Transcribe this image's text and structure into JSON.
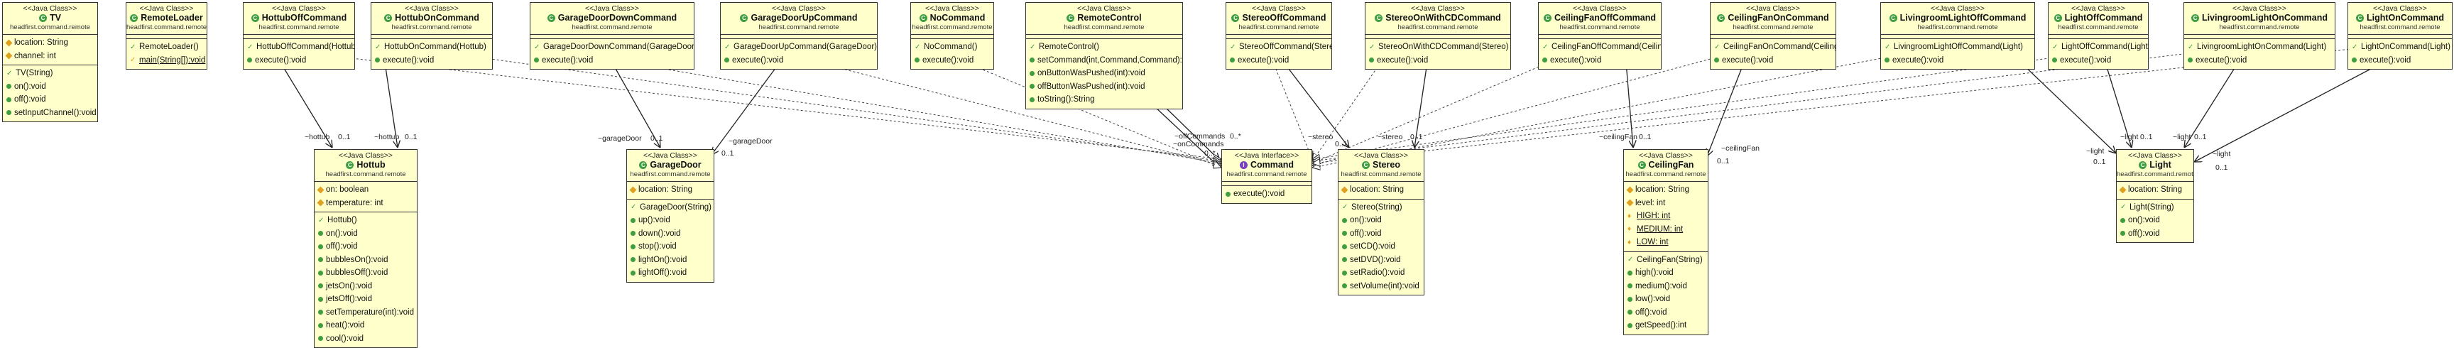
{
  "stereotype": "<<Java Class>>",
  "stereotype_interface": "<<Java Interface>>",
  "package": "headfirst.command.remote",
  "classes": [
    {
      "id": "tv",
      "name": "TV",
      "kind": "class",
      "fields": [
        {
          "icon": "field",
          "text": "location: String"
        },
        {
          "icon": "field",
          "text": "channel: int"
        }
      ],
      "methods": [
        {
          "icon": "ctor",
          "text": "TV(String)"
        },
        {
          "icon": "method",
          "text": "on():void"
        },
        {
          "icon": "method",
          "text": "off():void"
        },
        {
          "icon": "method",
          "text": "setInputChannel():void"
        }
      ]
    },
    {
      "id": "remoteloader",
      "name": "RemoteLoader",
      "kind": "class",
      "fields": [],
      "methods": [
        {
          "icon": "ctor",
          "text": "RemoteLoader()"
        },
        {
          "icon": "static",
          "text": "main(String[]):void",
          "ul": true
        }
      ]
    },
    {
      "id": "hottuboff",
      "name": "HottubOffCommand",
      "kind": "class",
      "fields": [],
      "methods": [
        {
          "icon": "ctor",
          "text": "HottubOffCommand(Hottub)"
        },
        {
          "icon": "method",
          "text": "execute():void"
        }
      ]
    },
    {
      "id": "hottubon",
      "name": "HottubOnCommand",
      "kind": "class",
      "fields": [],
      "methods": [
        {
          "icon": "ctor",
          "text": "HottubOnCommand(Hottub)"
        },
        {
          "icon": "method",
          "text": "execute():void"
        }
      ]
    },
    {
      "id": "gdoordown",
      "name": "GarageDoorDownCommand",
      "kind": "class",
      "fields": [],
      "methods": [
        {
          "icon": "ctor",
          "text": "GarageDoorDownCommand(GarageDoor)"
        },
        {
          "icon": "method",
          "text": "execute():void"
        }
      ]
    },
    {
      "id": "gdoorup",
      "name": "GarageDoorUpCommand",
      "kind": "class",
      "fields": [],
      "methods": [
        {
          "icon": "ctor",
          "text": "GarageDoorUpCommand(GarageDoor)"
        },
        {
          "icon": "method",
          "text": "execute():void"
        }
      ]
    },
    {
      "id": "nocommand",
      "name": "NoCommand",
      "kind": "class",
      "fields": [],
      "methods": [
        {
          "icon": "ctor",
          "text": "NoCommand()"
        },
        {
          "icon": "method",
          "text": "execute():void"
        }
      ]
    },
    {
      "id": "remotecontrol",
      "name": "RemoteControl",
      "kind": "class",
      "fields": [],
      "methods": [
        {
          "icon": "ctor",
          "text": "RemoteControl()"
        },
        {
          "icon": "method",
          "text": "setCommand(int,Command,Command):void"
        },
        {
          "icon": "method",
          "text": "onButtonWasPushed(int):void"
        },
        {
          "icon": "method",
          "text": "offButtonWasPushed(int):void"
        },
        {
          "icon": "method",
          "text": "toString():String"
        }
      ]
    },
    {
      "id": "stereooff",
      "name": "StereoOffCommand",
      "kind": "class",
      "fields": [],
      "methods": [
        {
          "icon": "ctor",
          "text": "StereoOffCommand(Stereo)"
        },
        {
          "icon": "method",
          "text": "execute():void"
        }
      ]
    },
    {
      "id": "stereoonwithcd",
      "name": "StereoOnWithCDCommand",
      "kind": "class",
      "fields": [],
      "methods": [
        {
          "icon": "ctor",
          "text": "StereoOnWithCDCommand(Stereo)"
        },
        {
          "icon": "method",
          "text": "execute():void"
        }
      ]
    },
    {
      "id": "ceilingfanoff",
      "name": "CeilingFanOffCommand",
      "kind": "class",
      "fields": [],
      "methods": [
        {
          "icon": "ctor",
          "text": "CeilingFanOffCommand(CeilingFan)"
        },
        {
          "icon": "method",
          "text": "execute():void"
        }
      ]
    },
    {
      "id": "ceilingfanon",
      "name": "CeilingFanOnCommand",
      "kind": "class",
      "fields": [],
      "methods": [
        {
          "icon": "ctor",
          "text": "CeilingFanOnCommand(CeilingFan)"
        },
        {
          "icon": "method",
          "text": "execute():void"
        }
      ]
    },
    {
      "id": "lroomlightoff",
      "name": "LivingroomLightOffCommand",
      "kind": "class",
      "fields": [],
      "methods": [
        {
          "icon": "ctor",
          "text": "LivingroomLightOffCommand(Light)"
        },
        {
          "icon": "method",
          "text": "execute():void"
        }
      ]
    },
    {
      "id": "lightoff",
      "name": "LightOffCommand",
      "kind": "class",
      "fields": [],
      "methods": [
        {
          "icon": "ctor",
          "text": "LightOffCommand(Light)"
        },
        {
          "icon": "method",
          "text": "execute():void"
        }
      ]
    },
    {
      "id": "lroomlighton",
      "name": "LivingroomLightOnCommand",
      "kind": "class",
      "fields": [],
      "methods": [
        {
          "icon": "ctor",
          "text": "LivingroomLightOnCommand(Light)"
        },
        {
          "icon": "method",
          "text": "execute():void"
        }
      ]
    },
    {
      "id": "lighton",
      "name": "LightOnCommand",
      "kind": "class",
      "fields": [],
      "methods": [
        {
          "icon": "ctor",
          "text": "LightOnCommand(Light)"
        },
        {
          "icon": "method",
          "text": "execute():void"
        }
      ]
    },
    {
      "id": "hottub",
      "name": "Hottub",
      "kind": "class",
      "fields": [
        {
          "icon": "field",
          "text": "on: boolean"
        },
        {
          "icon": "field",
          "text": "temperature: int"
        }
      ],
      "methods": [
        {
          "icon": "ctor",
          "text": "Hottub()"
        },
        {
          "icon": "method",
          "text": "on():void"
        },
        {
          "icon": "method",
          "text": "off():void"
        },
        {
          "icon": "method",
          "text": "bubblesOn():void"
        },
        {
          "icon": "method",
          "text": "bubblesOff():void"
        },
        {
          "icon": "method",
          "text": "jetsOn():void"
        },
        {
          "icon": "method",
          "text": "jetsOff():void"
        },
        {
          "icon": "method",
          "text": "setTemperature(int):void"
        },
        {
          "icon": "method",
          "text": "heat():void"
        },
        {
          "icon": "method",
          "text": "cool():void"
        }
      ]
    },
    {
      "id": "garagedoor",
      "name": "GarageDoor",
      "kind": "class",
      "fields": [
        {
          "icon": "field",
          "text": "location: String"
        }
      ],
      "methods": [
        {
          "icon": "ctor",
          "text": "GarageDoor(String)"
        },
        {
          "icon": "method",
          "text": "up():void"
        },
        {
          "icon": "method",
          "text": "down():void"
        },
        {
          "icon": "method",
          "text": "stop():void"
        },
        {
          "icon": "method",
          "text": "lightOn():void"
        },
        {
          "icon": "method",
          "text": "lightOff():void"
        }
      ]
    },
    {
      "id": "command",
      "name": "Command",
      "kind": "interface",
      "fields": [],
      "methods": [
        {
          "icon": "method",
          "text": "execute():void"
        }
      ]
    },
    {
      "id": "stereo",
      "name": "Stereo",
      "kind": "class",
      "fields": [
        {
          "icon": "field",
          "text": "location: String"
        }
      ],
      "methods": [
        {
          "icon": "ctor",
          "text": "Stereo(String)"
        },
        {
          "icon": "method",
          "text": "on():void"
        },
        {
          "icon": "method",
          "text": "off():void"
        },
        {
          "icon": "method",
          "text": "setCD():void"
        },
        {
          "icon": "method",
          "text": "setDVD():void"
        },
        {
          "icon": "method",
          "text": "setRadio():void"
        },
        {
          "icon": "method",
          "text": "setVolume(int):void"
        }
      ]
    },
    {
      "id": "ceilingfan",
      "name": "CeilingFan",
      "kind": "class",
      "fields": [
        {
          "icon": "field",
          "text": "location: String"
        },
        {
          "icon": "field",
          "text": "level: int"
        },
        {
          "icon": "sfinal",
          "text": "HIGH: int",
          "ul": true
        },
        {
          "icon": "sfinal",
          "text": "MEDIUM: int",
          "ul": true
        },
        {
          "icon": "sfinal",
          "text": "LOW: int",
          "ul": true
        }
      ],
      "methods": [
        {
          "icon": "ctor",
          "text": "CeilingFan(String)"
        },
        {
          "icon": "method",
          "text": "high():void"
        },
        {
          "icon": "method",
          "text": "medium():void"
        },
        {
          "icon": "method",
          "text": "low():void"
        },
        {
          "icon": "method",
          "text": "off():void"
        },
        {
          "icon": "method",
          "text": "getSpeed():int"
        }
      ]
    },
    {
      "id": "light",
      "name": "Light",
      "kind": "class",
      "fields": [
        {
          "icon": "field",
          "text": "location: String"
        }
      ],
      "methods": [
        {
          "icon": "ctor",
          "text": "Light(String)"
        },
        {
          "icon": "method",
          "text": "on():void"
        },
        {
          "icon": "method",
          "text": "off():void"
        }
      ]
    }
  ],
  "labels": [
    {
      "id": "l-hottub1",
      "text": "~hottub"
    },
    {
      "id": "l-hottub1m",
      "text": "0..1"
    },
    {
      "id": "l-hottub2",
      "text": "~hottub"
    },
    {
      "id": "l-hottub2m",
      "text": "0..1"
    },
    {
      "id": "l-gd1",
      "text": "~garageDoor"
    },
    {
      "id": "l-gd1m",
      "text": "0..1"
    },
    {
      "id": "l-gd2",
      "text": "~garageDoor"
    },
    {
      "id": "l-gd2m",
      "text": "0..1"
    },
    {
      "id": "l-offcmds",
      "text": "~offCommands"
    },
    {
      "id": "l-oncmds",
      "text": "~onCommands"
    },
    {
      "id": "l-star1",
      "text": "0..*"
    },
    {
      "id": "l-star2",
      "text": "0..*"
    },
    {
      "id": "l-stereo1",
      "text": "~stereo"
    },
    {
      "id": "l-stereo1m",
      "text": "0..1"
    },
    {
      "id": "l-stereo2",
      "text": "~stereo"
    },
    {
      "id": "l-stereo2m",
      "text": "0..1"
    },
    {
      "id": "l-cf1",
      "text": "~ceilingFan"
    },
    {
      "id": "l-cf1m",
      "text": "0..1"
    },
    {
      "id": "l-cf2",
      "text": "~ceilingFan"
    },
    {
      "id": "l-cf2m",
      "text": "0..1"
    },
    {
      "id": "l-light1",
      "text": "~light"
    },
    {
      "id": "l-light1m",
      "text": "0..1"
    },
    {
      "id": "l-light2",
      "text": "~light"
    },
    {
      "id": "l-light2m",
      "text": "0..1"
    },
    {
      "id": "l-light3",
      "text": "~light"
    },
    {
      "id": "l-light3m",
      "text": "0..1"
    },
    {
      "id": "l-light4",
      "text": "~light"
    },
    {
      "id": "l-light4m",
      "text": "0..1"
    }
  ],
  "colors": {
    "box_fill": "#ffffcc",
    "border": "#333333",
    "class_icon": "#3f9e3f",
    "interface_icon": "#7b3fbf",
    "static_icon": "#e0a020"
  }
}
